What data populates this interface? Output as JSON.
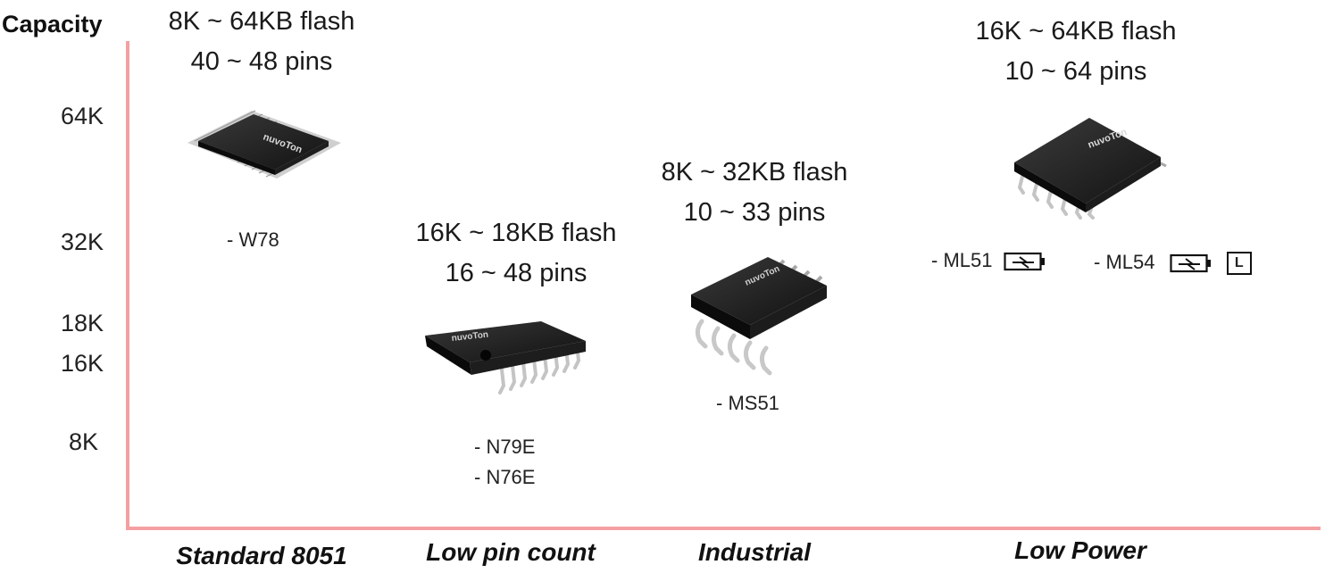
{
  "y_axis": {
    "title": "Capacity",
    "ticks": [
      "64K",
      "32K",
      "18K",
      "16K",
      "8K"
    ]
  },
  "categories": [
    {
      "name": "Standard 8051",
      "flash": "8K ~ 64KB flash",
      "pins": "40 ~ 48 pins",
      "models": [
        "- W78"
      ],
      "package_icon": "qfp-chip-icon"
    },
    {
      "name": "Low pin count",
      "flash": "16K ~ 18KB flash",
      "pins": "16 ~ 48 pins",
      "models": [
        "- N79E",
        "- N76E"
      ],
      "package_icon": "tssop-chip-icon"
    },
    {
      "name": "Industrial",
      "flash": "8K ~ 32KB flash",
      "pins": "10 ~ 33 pins",
      "models": [
        "- MS51"
      ],
      "package_icon": "sop-chip-icon"
    },
    {
      "name": "Low Power",
      "flash": "16K ~ 64KB flash",
      "pins": "10 ~ 64 pins",
      "models": [
        "- ML51",
        "- ML54"
      ],
      "model_badges": {
        "battery": "battery-icon",
        "l_box": "L"
      },
      "package_icon": "tssop-chip-icon"
    }
  ],
  "colors": {
    "axis": "#f4a0a2",
    "chip_body": "#1c1c1c",
    "chip_pins": "#c8c8c8"
  }
}
